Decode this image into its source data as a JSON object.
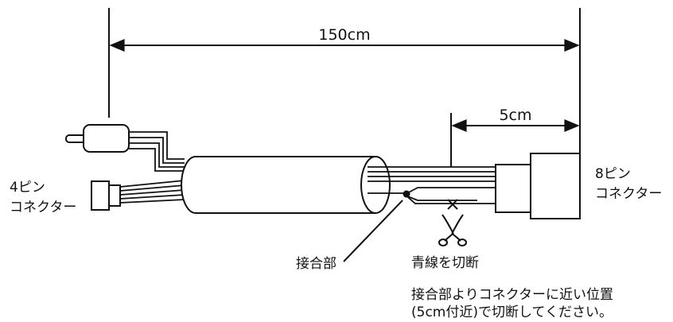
{
  "dimensions": {
    "total_length": "150cm",
    "cut_offset": "5cm"
  },
  "connectors": {
    "left_line1": "4ピン",
    "left_line2": "コネクター",
    "right_line1": "8ピン",
    "right_line2": "コネクター"
  },
  "labels": {
    "junction": "接合部",
    "cut_blue_wire": "青線を切断"
  },
  "note": {
    "line1": "接合部よりコネクターに近い位置",
    "line2": "(5cm付近)で切断してください。"
  },
  "icons": {
    "scissors": "scissors-icon",
    "cut_mark": "x-cut-mark-icon"
  },
  "colors": {
    "line": "#111111",
    "background": "#ffffff"
  }
}
